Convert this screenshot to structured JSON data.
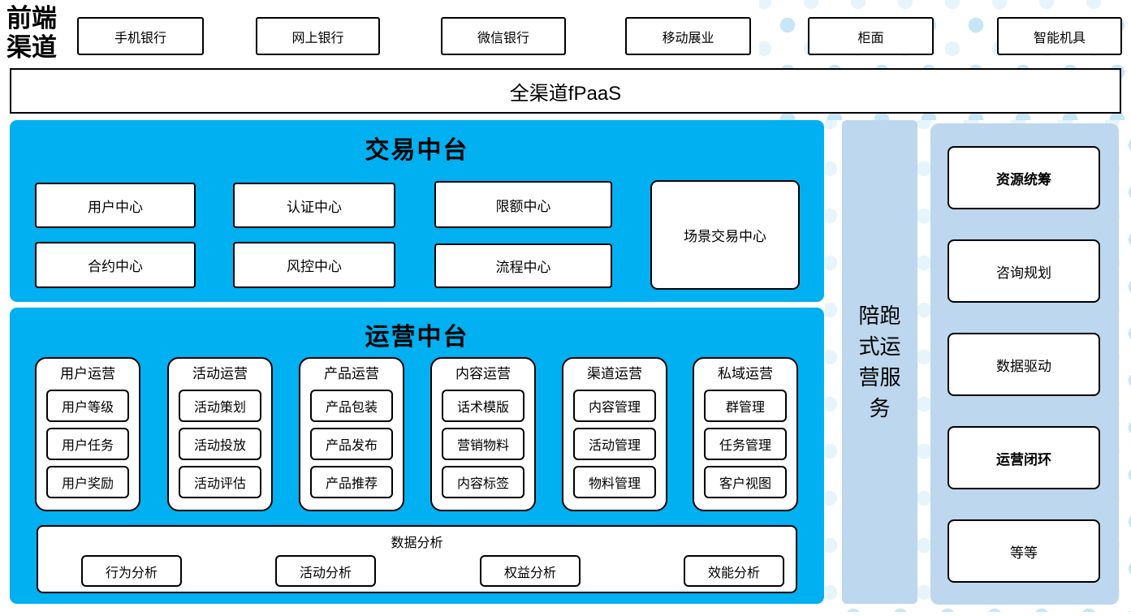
{
  "front": {
    "label": "前端\n渠道",
    "items": [
      "手机银行",
      "网上银行",
      "微信银行",
      "移动展业",
      "柜面",
      "智能机具"
    ]
  },
  "fpaas": {
    "label": "全渠道fPaaS"
  },
  "trade": {
    "title": "交易中台",
    "centers": [
      "用户中心",
      "认证中心",
      "限额中心",
      "合约中心",
      "风控中心",
      "流程中心"
    ],
    "scene": "场景交易中心"
  },
  "ops": {
    "title": "运营中台",
    "groups": [
      {
        "title": "用户运营",
        "items": [
          "用户等级",
          "用户任务",
          "用户奖励"
        ]
      },
      {
        "title": "活动运营",
        "items": [
          "活动策划",
          "活动投放",
          "活动评估"
        ]
      },
      {
        "title": "产品运营",
        "items": [
          "产品包装",
          "产品发布",
          "产品推荐"
        ]
      },
      {
        "title": "内容运营",
        "items": [
          "话术模版",
          "营销物料",
          "内容标签"
        ]
      },
      {
        "title": "渠道运营",
        "items": [
          "内容管理",
          "活动管理",
          "物料管理"
        ]
      },
      {
        "title": "私域运营",
        "items": [
          "群管理",
          "任务管理",
          "客户视图"
        ]
      }
    ],
    "analysis": {
      "title": "数据分析",
      "items": [
        "行为分析",
        "活动分析",
        "权益分析",
        "效能分析"
      ]
    }
  },
  "side": {
    "label": "陪跑\n式运\n营服\n务"
  },
  "right": {
    "items": [
      {
        "label": "资源统筹"
      },
      {
        "label": "咨询规划"
      },
      {
        "label": "数据驱动"
      },
      {
        "label": "运营闭环"
      },
      {
        "label": "等等"
      }
    ]
  },
  "colors": {
    "bright_blue": "#00b0f0",
    "light_blue": "#bdd7ee",
    "dot_dark": "#c7e6f7",
    "dot_light": "#e6f5fc",
    "box_border": "#000000"
  }
}
